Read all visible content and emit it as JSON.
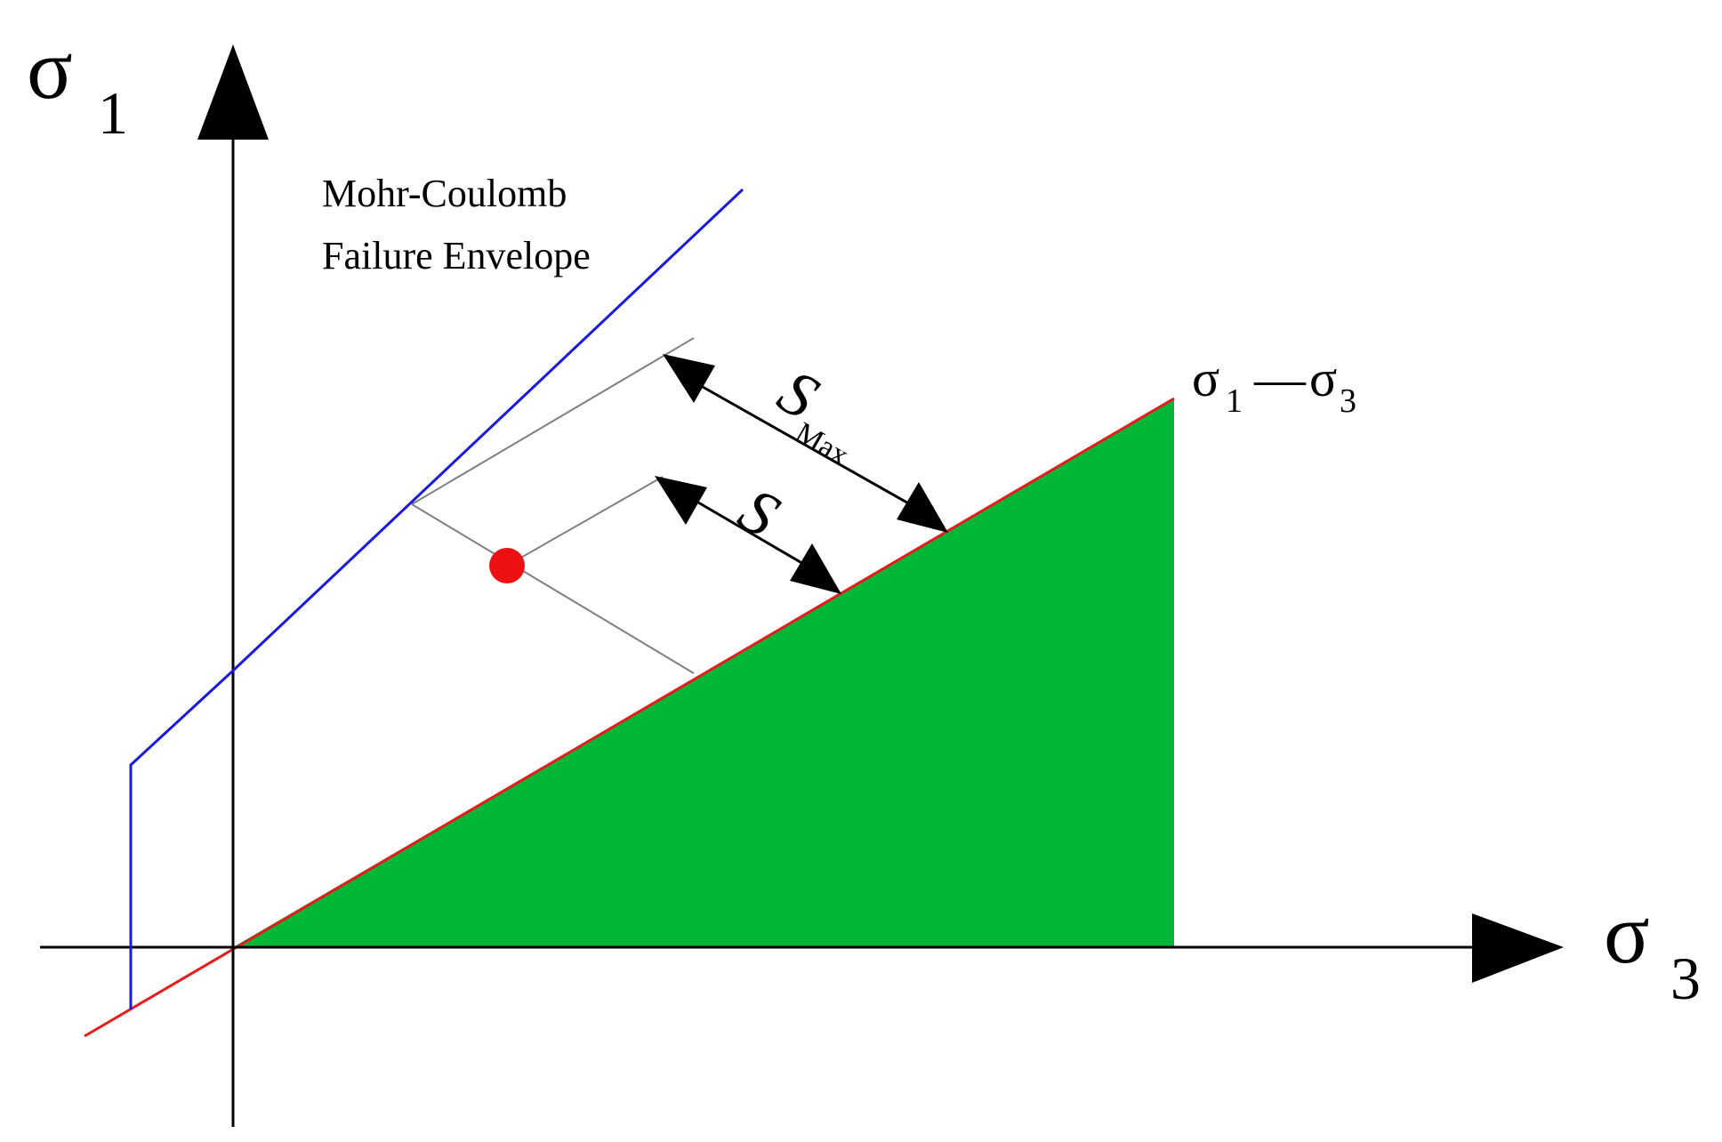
{
  "labels": {
    "y_axis_symbol": "σ",
    "y_axis_subscript": "1",
    "x_axis_symbol": "σ",
    "x_axis_subscript": "3",
    "envelope_line1": "Mohr-Coulomb",
    "envelope_line2": "Failure Envelope",
    "diag_sym1": "σ",
    "diag_sub1": "1",
    "diag_op": "—",
    "diag_sym2": "σ",
    "diag_sub2": "3",
    "smax_symbol": "S",
    "smax_subscript": "Max",
    "s_symbol": "S"
  },
  "colors": {
    "axes": "#000000",
    "envelope": "#1a1adf",
    "hydrostatic_line": "#e81a1a",
    "region_fill": "#00b637",
    "construction": "#808080",
    "stress_point": "#ee1111"
  }
}
